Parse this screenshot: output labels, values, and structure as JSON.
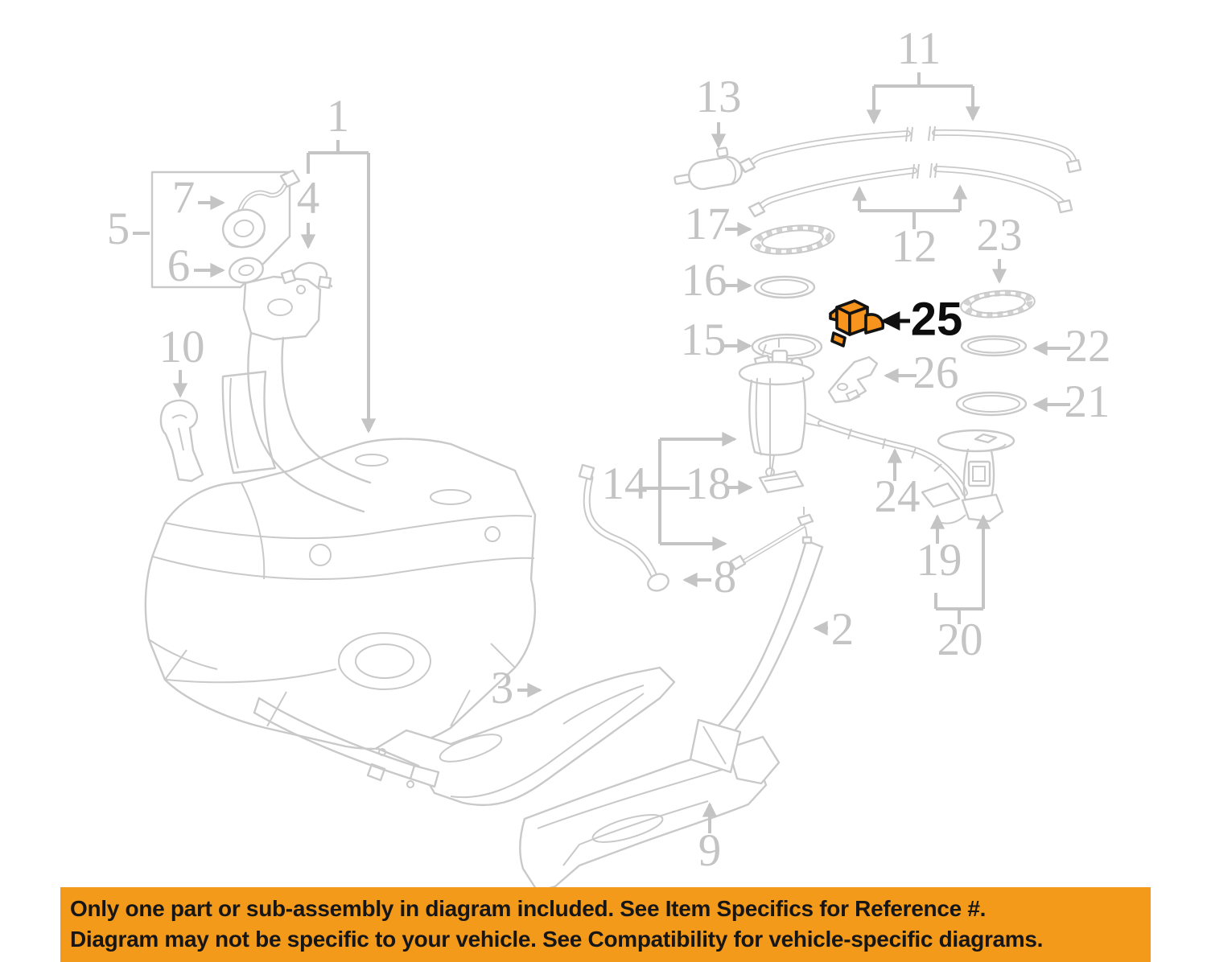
{
  "diagram": {
    "type": "exploded-parts-diagram",
    "subject": "fuel-tank-and-pump-assembly",
    "highlighted_part": {
      "number": "25",
      "part_color": "#f7941d",
      "label_color": "#0d0d0d"
    },
    "callouts": {
      "c1": "1",
      "c2": "2",
      "c3": "3",
      "c4": "4",
      "c5": "5",
      "c6": "6",
      "c7": "7",
      "c8": "8",
      "c9": "9",
      "c10": "10",
      "c11": "11",
      "c12": "12",
      "c13": "13",
      "c14": "14",
      "c15": "15",
      "c16": "16",
      "c17": "17",
      "c18": "18",
      "c19": "19",
      "c20": "20",
      "c21": "21",
      "c22": "22",
      "c23": "23",
      "c24": "24",
      "c25": "25",
      "c26": "26"
    }
  },
  "banner": {
    "line1": "Only one part or sub-assembly in diagram included. See Item Specifics for Reference #.",
    "line2": "Diagram may not be specific to your vehicle. See Compatibility for vehicle-specific diagrams."
  },
  "colors": {
    "background": "#ffffff",
    "line_art_gray": "#c9c9c9",
    "callout_gray": "#c4c4c4",
    "highlight_orange": "#f7941d",
    "banner_orange": "#f49a1a",
    "text_black": "#161616"
  }
}
